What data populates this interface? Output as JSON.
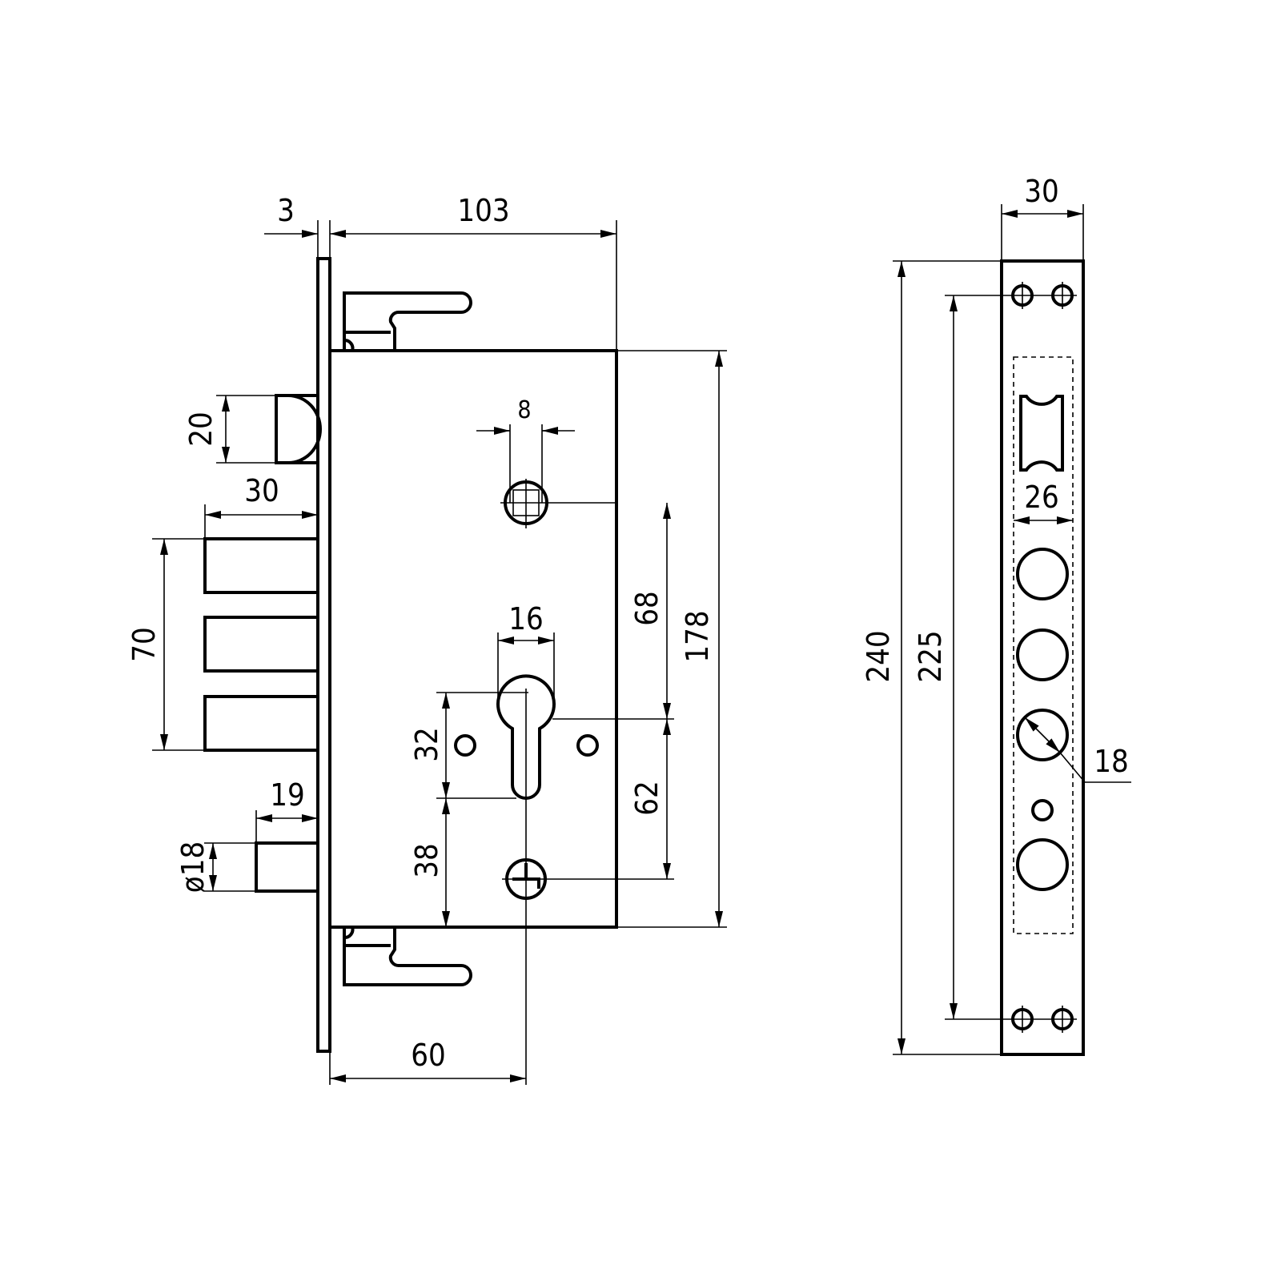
{
  "front_view": {
    "dims": {
      "faceplate_thickness": "3",
      "body_depth": "103",
      "spindle_size": "8",
      "latch_height": "20",
      "bolt_throw": "30",
      "bolt_span": "70",
      "cylinder_width": "16",
      "spindle_to_cylinder": "68",
      "body_height": "178",
      "cylinder_upper": "32",
      "cylinder_to_cam": "62",
      "cam_to_bottom": "38",
      "small_bolt_throw": "19",
      "small_bolt_diameter": "ø18",
      "backset": "60"
    }
  },
  "side_view": {
    "dims": {
      "faceplate_width": "30",
      "faceplate_length": "240",
      "screw_spacing": "225",
      "opening_width": "26",
      "hole_diameter": "18"
    }
  }
}
